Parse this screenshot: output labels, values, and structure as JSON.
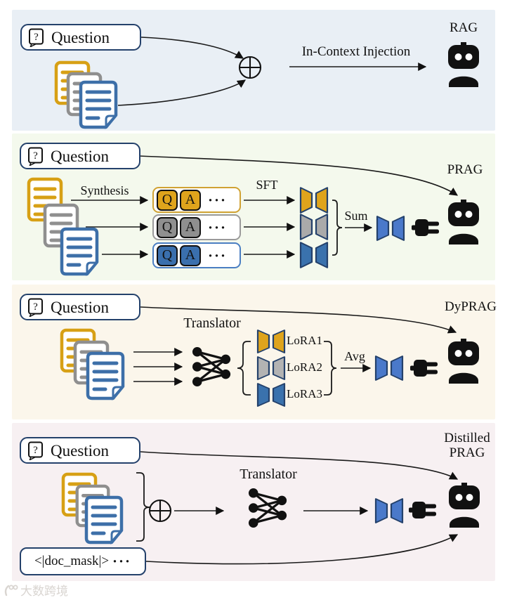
{
  "watermark": {
    "text": "大数跨境"
  },
  "colors": {
    "panel_rag_bg": "#e9eff5",
    "panel_prag_bg": "#f4f9ed",
    "panel_dyprag_bg": "#fbf6eb",
    "panel_distilled_bg": "#f7f0f2",
    "navy_border": "#24416b",
    "doc_yellow": "#d7a015",
    "doc_gray": "#8f8f8f",
    "doc_blue": "#3d6fa8",
    "adapter_yellow": "#dfa41c",
    "adapter_gray": "#aaaaaa",
    "adapter_blue": "#3a72ad",
    "merged_adapter_blue": "#4a79ca",
    "ink": "#111111"
  },
  "panels": {
    "rag": {
      "question_label": "Question",
      "question_mark": "?",
      "arrow_label": "In-Context Injection",
      "model_label": "RAG"
    },
    "prag": {
      "question_label": "Question",
      "question_mark": "?",
      "synthesis_label": "Synthesis",
      "sft_label": "SFT",
      "sum_label": "Sum",
      "model_label": "PRAG",
      "qa_rows": [
        {
          "q": "Q",
          "a": "A",
          "dots": "···"
        },
        {
          "q": "Q",
          "a": "A",
          "dots": "···"
        },
        {
          "q": "Q",
          "a": "A",
          "dots": "···"
        }
      ]
    },
    "dyprag": {
      "question_label": "Question",
      "question_mark": "?",
      "translator_label": "Translator",
      "lora_labels": [
        "LoRA1",
        "LoRA2",
        "LoRA3"
      ],
      "avg_label": "Avg",
      "model_label": "DyPRAG"
    },
    "distilled": {
      "question_label": "Question",
      "question_mark": "?",
      "translator_label": "Translator",
      "model_label_line1": "Distilled",
      "model_label_line2": "PRAG",
      "doc_mask_label": "<|doc_mask|>",
      "dots": "···"
    }
  }
}
